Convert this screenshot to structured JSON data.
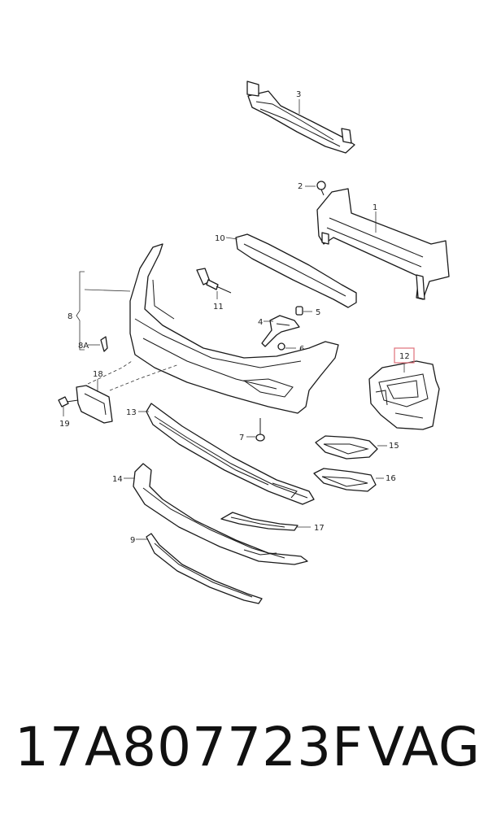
{
  "diagram": {
    "callouts": {
      "c1": "1",
      "c2": "2",
      "c3": "3",
      "c4": "4",
      "c5": "5",
      "c6": "6",
      "c7": "7",
      "c8": "8",
      "c8a": "8A",
      "c9": "9",
      "c10": "10",
      "c11": "11",
      "c12": "12",
      "c13": "13",
      "c14": "14",
      "c15": "15",
      "c16": "16",
      "c17": "17",
      "c18": "18",
      "c19": "19"
    },
    "highlight_color": "#e0707a"
  },
  "footer": {
    "part_number": "17A807723F",
    "brand": "VAG"
  }
}
